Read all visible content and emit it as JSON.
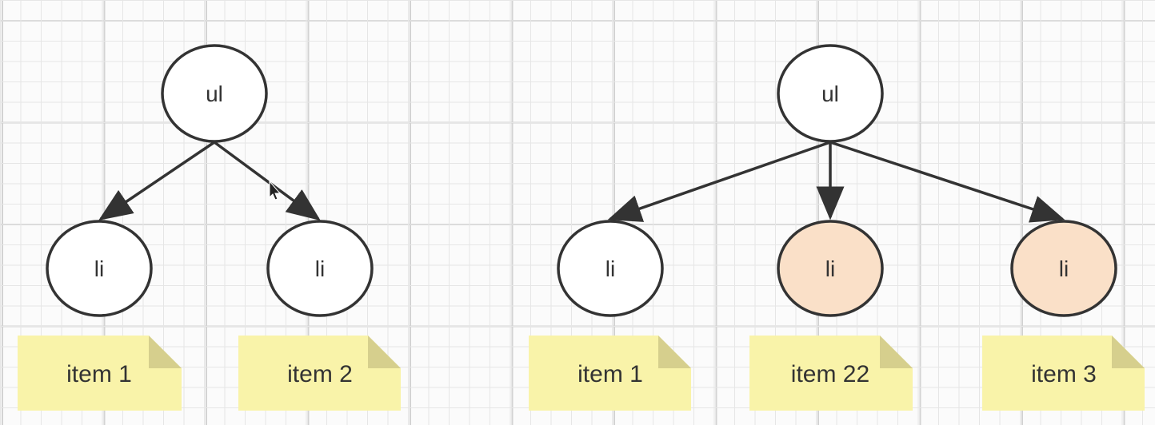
{
  "colors": {
    "node_fill": "#ffffff",
    "highlight_fill": "#fae0c8",
    "stroke": "#333333",
    "note_fill": "#f9f3a9",
    "note_fold": "#d6cf8d"
  },
  "trees": [
    {
      "root": "ul",
      "children": [
        {
          "label": "li",
          "note": "item 1",
          "highlighted": false
        },
        {
          "label": "li",
          "note": "item 2",
          "highlighted": false
        }
      ]
    },
    {
      "root": "ul",
      "children": [
        {
          "label": "li",
          "note": "item 1",
          "highlighted": false
        },
        {
          "label": "li",
          "note": "item 22",
          "highlighted": true
        },
        {
          "label": "li",
          "note": "item 3",
          "highlighted": true
        }
      ]
    }
  ]
}
